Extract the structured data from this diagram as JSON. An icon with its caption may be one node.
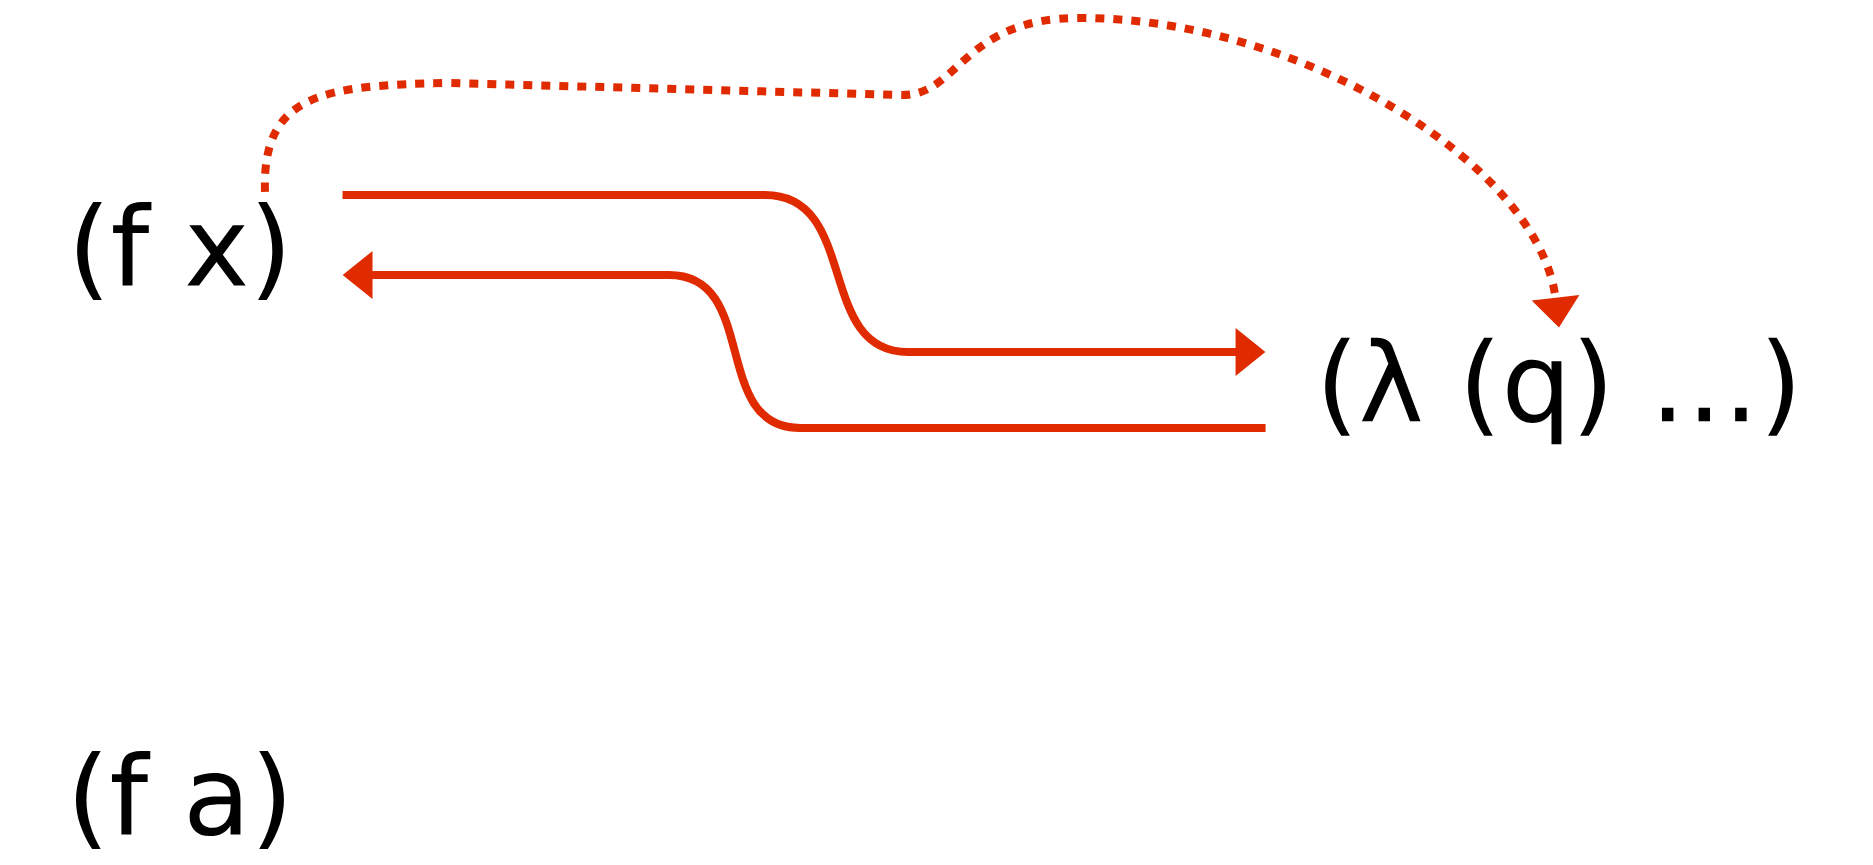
{
  "diagram": {
    "nodes": [
      {
        "text": [
          "(f x)"
        ]
      },
      {
        "text": [
          "(λ (q) …)"
        ]
      },
      {
        "text": [
          "(f a)"
        ]
      }
    ],
    "edges": [
      {
        "from": 0,
        "to": 1,
        "arrow": "to"
      },
      {
        "from": 1,
        "to": 0,
        "arrow": "to"
      },
      {
        "from": 0,
        "to": 1,
        "arrow": "to",
        "style": "dashed"
      }
    ]
  }
}
